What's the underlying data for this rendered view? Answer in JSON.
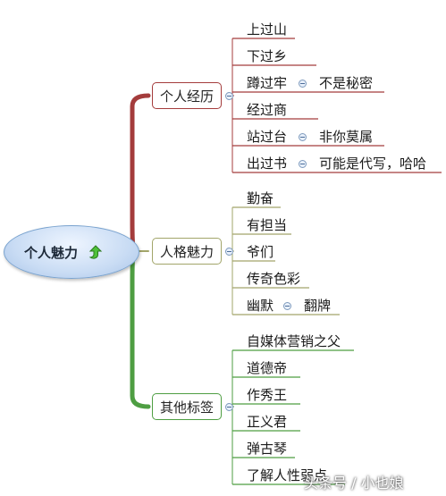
{
  "root": {
    "label": "个人魅力"
  },
  "categories": [
    {
      "label": "个人经历",
      "color": "#a43c3c",
      "leaves": [
        {
          "label": "上过山"
        },
        {
          "label": "下过乡"
        },
        {
          "label": "蹲过牢",
          "child": "不是秘密"
        },
        {
          "label": "经过商"
        },
        {
          "label": "站过台",
          "child": "非你莫属"
        },
        {
          "label": "出过书",
          "child": "可能是代写，哈哈"
        }
      ]
    },
    {
      "label": "人格魅力",
      "color": "#a2a56a",
      "leaves": [
        {
          "label": "勤奋"
        },
        {
          "label": "有担当"
        },
        {
          "label": "爷们"
        },
        {
          "label": "传奇色彩"
        },
        {
          "label": "幽默",
          "child": "翻牌"
        }
      ]
    },
    {
      "label": "其他标签",
      "color": "#4e9e42",
      "leaves": [
        {
          "label": "自媒体营销之父"
        },
        {
          "label": "道德帝"
        },
        {
          "label": "作秀王"
        },
        {
          "label": "正义君"
        },
        {
          "label": "弹古琴"
        },
        {
          "label": "了解人性弱点"
        }
      ]
    }
  ],
  "watermark": "头条号 / 小也娘"
}
